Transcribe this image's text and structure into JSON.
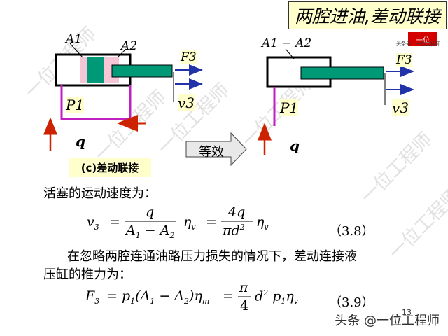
{
  "title": "两腔进油,差动联接",
  "watermark": "一位工程师",
  "logo": {
    "text": "一位",
    "subtext": "头条号：一位工程师"
  },
  "left_diagram": {
    "label_a1": "A1",
    "label_a2": "A2",
    "label_f3": "F3",
    "label_v3": "v3",
    "label_p1": "P1",
    "label_q": "q",
    "caption": "(c)差动联接"
  },
  "equivalent_label": "等效",
  "right_diagram": {
    "label_area": "A1 − A2",
    "label_f3": "F3",
    "label_v3": "v3",
    "label_p1": "P1",
    "label_q": "q"
  },
  "text": {
    "speed_intro": "活塞的运动速度为：",
    "force_intro_line1": "在忽略两腔连通油路压力损失的情况下，差动连接液",
    "force_intro_line2": "压缸的推力为："
  },
  "equations": {
    "eq1_number": "（3.8）",
    "eq2_number": "（3.9）"
  },
  "page_number": "13",
  "footer": "头条 @一位工程师"
}
